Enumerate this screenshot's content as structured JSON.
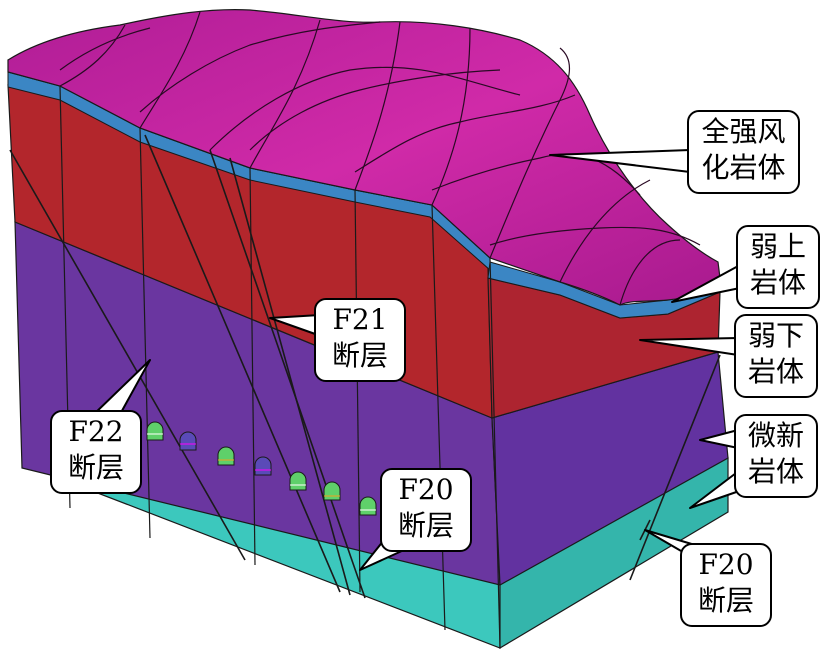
{
  "labels": {
    "weathered_full": [
      "全强风",
      "化岩体"
    ],
    "weak_upper": [
      "弱上",
      "岩体"
    ],
    "weak_lower": [
      "弱下",
      "岩体"
    ],
    "fresh_rock": [
      "微新",
      "岩体"
    ],
    "fault_f21": [
      "F21",
      "断层"
    ],
    "fault_f22": [
      "F22",
      "断层"
    ],
    "fault_f20_front": [
      "F20",
      "断层"
    ],
    "fault_f20_side": [
      "F20",
      "断层"
    ]
  },
  "colors": {
    "weathered_full": "#c0219e",
    "weak_upper": "#3b86c4",
    "weak_lower": "#b3262c",
    "fresh_rock": "#6a36a0",
    "base_layer": "#3cc8bd",
    "outline": "#1a1a1a"
  }
}
